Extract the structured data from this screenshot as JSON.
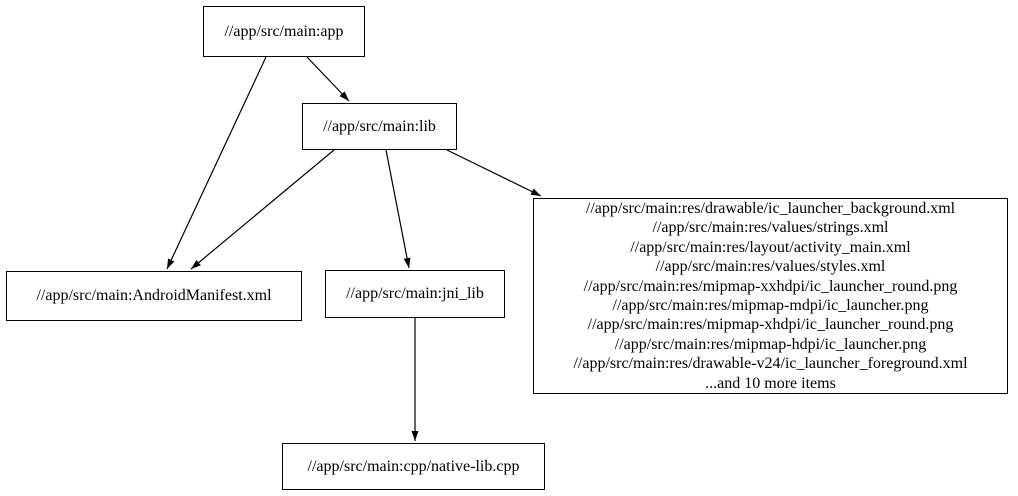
{
  "graph": {
    "type": "dependency-graph",
    "colors": {
      "background": "#ffffff",
      "node_border": "#000000",
      "edge": "#000000",
      "text": "#000000"
    },
    "nodes": {
      "app": {
        "label": "//app/src/main:app"
      },
      "lib": {
        "label": "//app/src/main:lib"
      },
      "manifest": {
        "label": "//app/src/main:AndroidManifest.xml"
      },
      "jni_lib": {
        "label": "//app/src/main:jni_lib"
      },
      "native_lib": {
        "label": "//app/src/main:cpp/native-lib.cpp"
      },
      "resources": {
        "lines": [
          "//app/src/main:res/drawable/ic_launcher_background.xml",
          "//app/src/main:res/values/strings.xml",
          "//app/src/main:res/layout/activity_main.xml",
          "//app/src/main:res/values/styles.xml",
          "//app/src/main:res/mipmap-xxhdpi/ic_launcher_round.png",
          "//app/src/main:res/mipmap-mdpi/ic_launcher.png",
          "//app/src/main:res/mipmap-xhdpi/ic_launcher_round.png",
          "//app/src/main:res/mipmap-hdpi/ic_launcher.png",
          "//app/src/main:res/drawable-v24/ic_launcher_foreground.xml",
          "...and 10 more items"
        ]
      }
    },
    "edges": [
      {
        "from": "app",
        "to": "lib"
      },
      {
        "from": "app",
        "to": "manifest"
      },
      {
        "from": "lib",
        "to": "manifest"
      },
      {
        "from": "lib",
        "to": "jni_lib"
      },
      {
        "from": "lib",
        "to": "resources"
      },
      {
        "from": "jni_lib",
        "to": "native_lib"
      }
    ]
  }
}
